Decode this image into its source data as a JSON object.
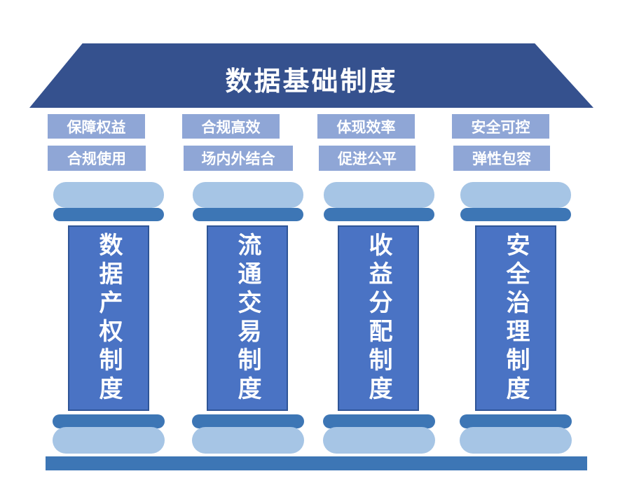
{
  "diagram": {
    "title": "数据基础制度",
    "colors": {
      "roof": "#35518E",
      "tag": "#8FA6D6",
      "pillar": "#4A73C4",
      "pillar_border": "#2F5597",
      "pill_dark": "#3D76B5",
      "pill_light": "#A6C5E5",
      "floor": "#3D76B5",
      "text": "#FFFFFF"
    },
    "pillars": [
      {
        "tag_top": "保障权益",
        "tag_bottom": "合规使用",
        "label": "数据产权制度"
      },
      {
        "tag_top": "合规高效",
        "tag_bottom": "场内外结合",
        "label": "流通交易制度"
      },
      {
        "tag_top": "体现效率",
        "tag_bottom": "促进公平",
        "label": "收益分配制度"
      },
      {
        "tag_top": "安全可控",
        "tag_bottom": "弹性包容",
        "label": "安全治理制度"
      }
    ]
  }
}
